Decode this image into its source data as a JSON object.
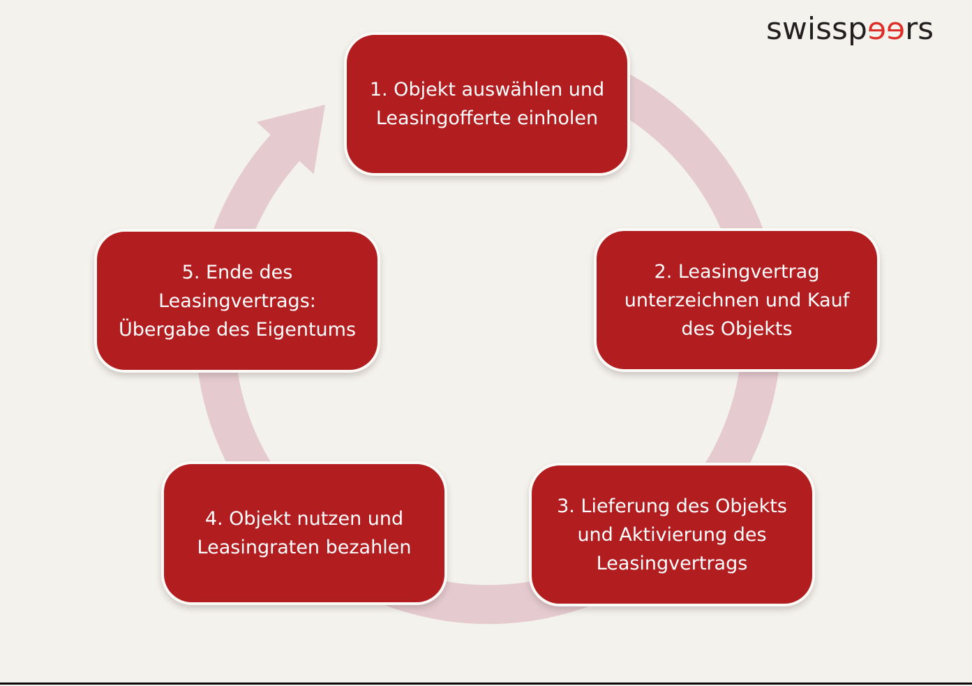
{
  "colors": {
    "background": "#F4F2ED",
    "box": "#B21D20",
    "box_border": "#FBFAF6",
    "ring": "#E5CBD0",
    "text": "#FFFFFF",
    "logo_dark": "#231F20",
    "logo_red": "#DD2F27",
    "bottom_rule": "#0A0A0A"
  },
  "logo": {
    "prefix": "swissp",
    "e1": "e",
    "e2": "e",
    "suffix": "rs",
    "full_name": "swisspeers"
  },
  "diagram": {
    "type": "cycle",
    "direction": "clockwise",
    "steps": [
      {
        "id": 1,
        "position": "top",
        "text": "1. Objekt auswählen und\nLeasingofferte einholen"
      },
      {
        "id": 2,
        "position": "right",
        "text": "2. Leasingvertrag\nunterzeichnen und Kauf\ndes Objekts"
      },
      {
        "id": 3,
        "position": "bottom-right",
        "text": "3. Lieferung des Objekts\nund Aktivierung des\nLeasingvertrags"
      },
      {
        "id": 4,
        "position": "bottom-left",
        "text": "4. Objekt nutzen und\nLeasingraten bezahlen"
      },
      {
        "id": 5,
        "position": "left",
        "text": "5. Ende des\nLeasingvertrags:\nÜbergabe des Eigentums"
      }
    ]
  }
}
